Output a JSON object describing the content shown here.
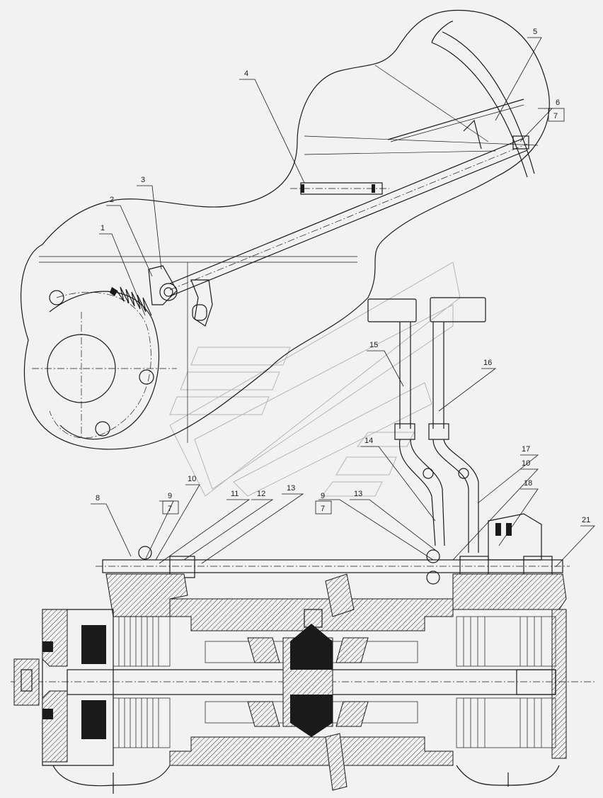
{
  "callouts": [
    {
      "id": "c1",
      "text": "1"
    },
    {
      "id": "c2",
      "text": "2"
    },
    {
      "id": "c3",
      "text": "3"
    },
    {
      "id": "c4",
      "text": "4"
    },
    {
      "id": "c5",
      "text": "5"
    },
    {
      "id": "c6",
      "text": "6"
    },
    {
      "id": "c7a",
      "text": "7"
    },
    {
      "id": "c8",
      "text": "8"
    },
    {
      "id": "c9a",
      "text": "9"
    },
    {
      "id": "c7b",
      "text": "7"
    },
    {
      "id": "c10a",
      "text": "10"
    },
    {
      "id": "c11",
      "text": "11"
    },
    {
      "id": "c12",
      "text": "12"
    },
    {
      "id": "c13a",
      "text": "13"
    },
    {
      "id": "c9b",
      "text": "9"
    },
    {
      "id": "c7c",
      "text": "7"
    },
    {
      "id": "c13b",
      "text": "13"
    },
    {
      "id": "c14",
      "text": "14"
    },
    {
      "id": "c15",
      "text": "15"
    },
    {
      "id": "c16",
      "text": "16"
    },
    {
      "id": "c17",
      "text": "17"
    },
    {
      "id": "c10b",
      "text": "10"
    },
    {
      "id": "c18",
      "text": "18"
    },
    {
      "id": "c21",
      "text": "21"
    }
  ],
  "colors": {
    "background": "#f2f2f2",
    "line": "#1a1a1a",
    "watermark": "#b5b5b5"
  }
}
